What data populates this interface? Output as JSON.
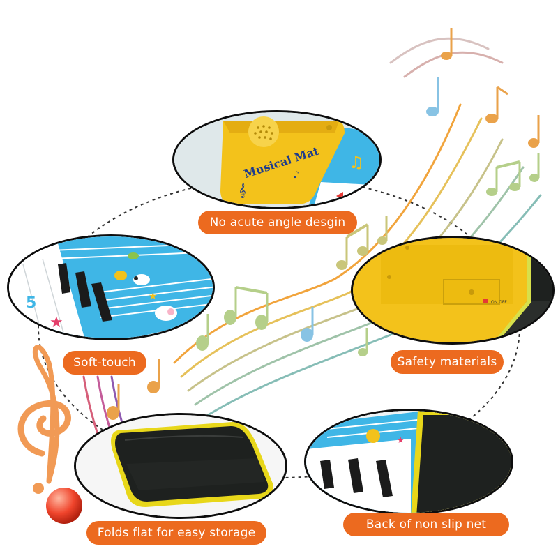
{
  "brand_text": "Musical Mat",
  "labels": {
    "top": "No acute angle desgin",
    "left": "Soft-touch",
    "right": "Safety materials",
    "bottom_left": "Folds flat for easy storage",
    "bottom_right": "Back of non slip net"
  },
  "colors": {
    "label_bg": "#ec6a1f",
    "mat_blue": "#3fb6e6",
    "mat_yellow": "#f3c21b",
    "mat_black": "#1e211f",
    "stripe_orange": "#f19a2a",
    "note_green": "#b4c98d"
  }
}
